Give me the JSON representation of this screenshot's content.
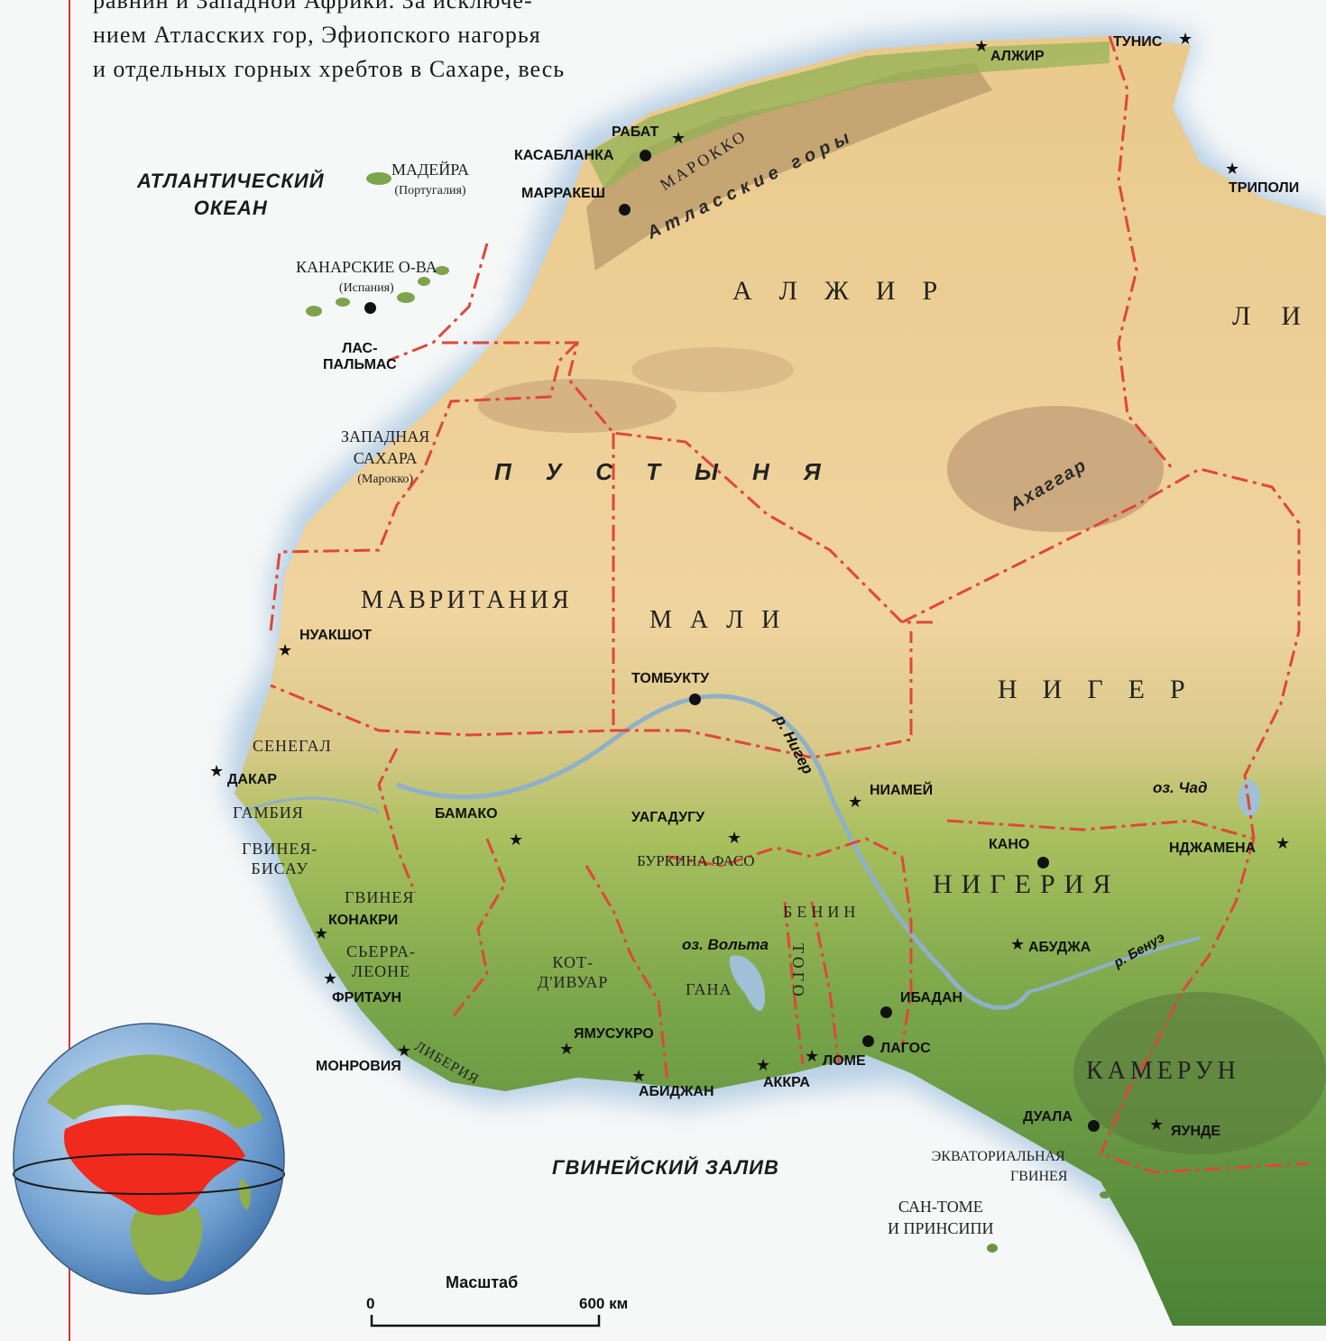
{
  "intro_text": {
    "line1": "равнин и Западной Африки. За исключе-",
    "line2": "нием Атласских гор, Эфиопского нагорья",
    "line3": "и отдельных горных хребтов в Сахаре, весь"
  },
  "water": {
    "atlantic_line1": "АТЛАНТИЧЕСКИЙ",
    "atlantic_line2": "ОКЕАН",
    "gulf": "ГВИНЕЙСКИЙ ЗАЛИВ",
    "lake_chad": "оз. Чад",
    "lake_volta": "оз. Вольта",
    "river_niger": "р. Нигер",
    "river_benue": "р. Бенуэ"
  },
  "islands": {
    "madeira": "МАДЕЙРА",
    "madeira_owner": "(Португалия)",
    "canary": "КАНАРСКИЕ О-ВА",
    "canary_owner": "(Испания)",
    "sao_tome_line1": "САН-ТОМЕ",
    "sao_tome_line2": "И ПРИНСИПИ"
  },
  "territories": {
    "western_sahara_line1": "ЗАПАДНАЯ",
    "western_sahara_line2": "САХАРА",
    "western_sahara_owner": "(Марокко)"
  },
  "countries": {
    "algeria": "АЛЖИР",
    "libya_partial": "ЛИ",
    "morocco": "МАРОККО",
    "mauritania": "МАВРИТАНИЯ",
    "mali": "МАЛИ",
    "niger": "НИГЕР",
    "nigeria": "НИГЕРИЯ",
    "senegal": "СЕНЕГАЛ",
    "gambia": "ГАМБИЯ",
    "guinea_bissau_line1": "ГВИНЕЯ-",
    "guinea_bissau_line2": "БИСАУ",
    "guinea": "ГВИНЕЯ",
    "sierra_leone_line1": "СЬЕРРА-",
    "sierra_leone_line2": "ЛЕОНЕ",
    "liberia": "ЛИБЕРИЯ",
    "cote_divoire_line1": "КОТ-",
    "cote_divoire_line2": "Д'ИВУАР",
    "burkina_faso": "БУРКИНА ФАСО",
    "ghana": "ГАНА",
    "togo": "ТОГО",
    "benin": "БЕНИН",
    "cameroon": "КАМЕРУН",
    "eq_guinea_line1": "ЭКВАТОРИАЛЬНАЯ",
    "eq_guinea_line2": "ГВИНЕЯ"
  },
  "features": {
    "sahara": "ПУСТЫНЯ",
    "atlas": "Атласские горы",
    "ahaggar": "Ахаггар"
  },
  "cities": {
    "algiers": "АЛЖИР",
    "tunis": "ТУНИС",
    "tripoli": "ТРИПОЛИ",
    "rabat": "РАБАТ",
    "casablanca": "КАСАБЛАНКА",
    "marrakesh": "МАРРАКЕШ",
    "las_palmas_line1": "ЛАС-",
    "las_palmas_line2": "ПАЛЬМАС",
    "nouakchott": "НУАКШОТ",
    "timbuktu": "ТОМБУКТУ",
    "dakar": "ДАКАР",
    "bamako": "БАМАКО",
    "ouagadougou": "УАГАДУГУ",
    "niamey": "НИАМЕЙ",
    "kano": "КАНО",
    "ndjamena": "НДЖАМЕНА",
    "conakry": "КОНАКРИ",
    "freetown": "ФРИТАУН",
    "monrovia": "МОНРОВИЯ",
    "yamoussoukro": "ЯМУСУКРО",
    "abidjan": "АБИДЖАН",
    "accra": "АККРА",
    "lome": "ЛОМЕ",
    "lagos": "ЛАГОС",
    "ibadan": "ИБАДАН",
    "abuja": "АБУДЖА",
    "douala": "ДУАЛА",
    "yaounde": "ЯУНДЕ"
  },
  "scale": {
    "title": "Масштаб",
    "start": "0",
    "end": "600 км"
  },
  "colors": {
    "desert": "#efd29a",
    "savanna": "#9fbf5a",
    "forest": "#4f8a3a",
    "ocean_shadow": "#bcd3e6",
    "border": "#e0463a",
    "highlight_africa": "#f02a1c"
  }
}
